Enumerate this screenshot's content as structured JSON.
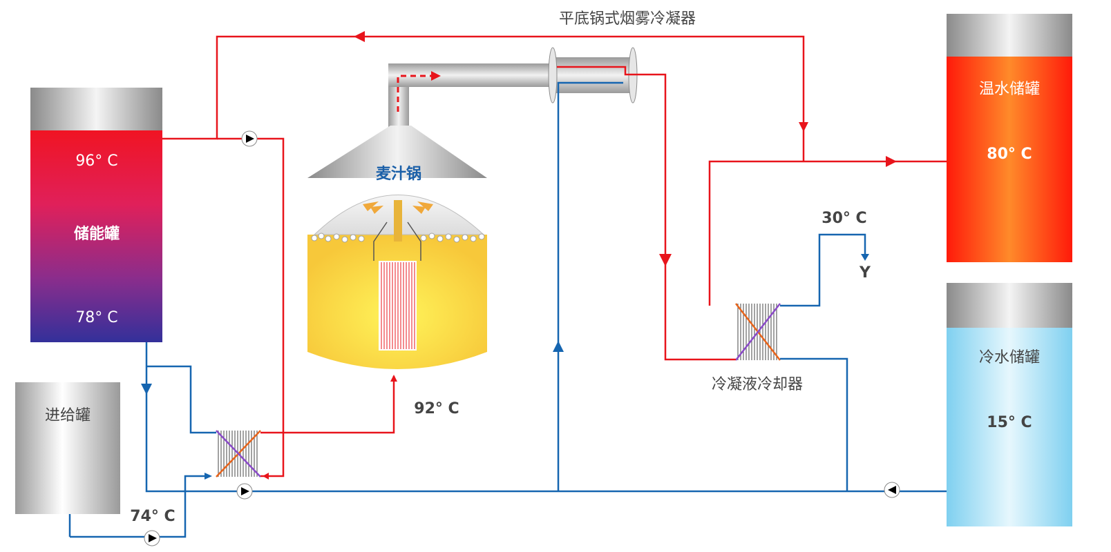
{
  "title": "平底锅式烟雾冷凝器",
  "tanks": {
    "storage": {
      "name": "储能罐",
      "temp_top": "96° C",
      "temp_bottom": "78° C"
    },
    "feed": {
      "name": "进给罐"
    },
    "warm": {
      "name": "温水储罐",
      "temp": "80° C"
    },
    "cold": {
      "name": "冷水储罐",
      "temp": "15° C"
    }
  },
  "kettle": {
    "name": "麦汁锅"
  },
  "labels": {
    "condensate_cooler": "冷凝液冷却器",
    "outlet_temp": "30° C",
    "outlet_name": "Y",
    "kettle_inlet_temp": "92° C",
    "feed_temp": "74° C"
  },
  "colors": {
    "hot_line": "#e8141b",
    "cold_line": "#1565b0",
    "kettle_title": "#1a5fa8"
  }
}
